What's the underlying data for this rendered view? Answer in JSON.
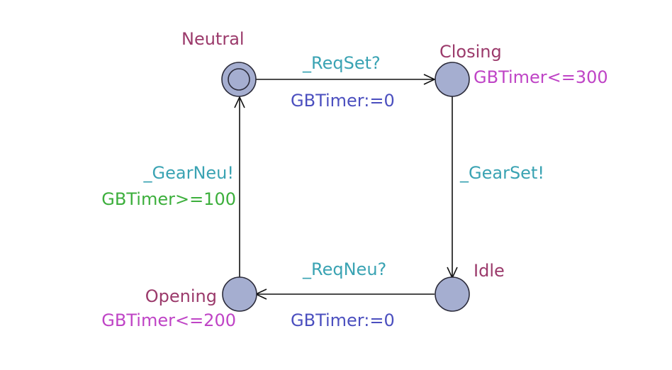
{
  "locations": {
    "neutral": {
      "name": "Neutral",
      "initial": true
    },
    "closing": {
      "name": "Closing",
      "invariant": "GBTimer<=300"
    },
    "idle": {
      "name": "Idle"
    },
    "opening": {
      "name": "Opening",
      "invariant": "GBTimer<=200"
    }
  },
  "edges": {
    "neutral_to_closing": {
      "sync": "_ReqSet?",
      "update": "GBTimer:=0"
    },
    "closing_to_idle": {
      "sync": "_GearSet!"
    },
    "idle_to_opening": {
      "sync": "_ReqNeu?",
      "update": "GBTimer:=0"
    },
    "opening_to_neutral": {
      "sync": "_GearNeu!",
      "guard": "GBTimer>=100"
    }
  },
  "colors": {
    "location_fill": "#a5aed0",
    "location_name": "#9b3a6b",
    "sync": "#3aa3b3",
    "update": "#4b4fbf",
    "invariant": "#bf44c6",
    "guard": "#3caf3c"
  }
}
